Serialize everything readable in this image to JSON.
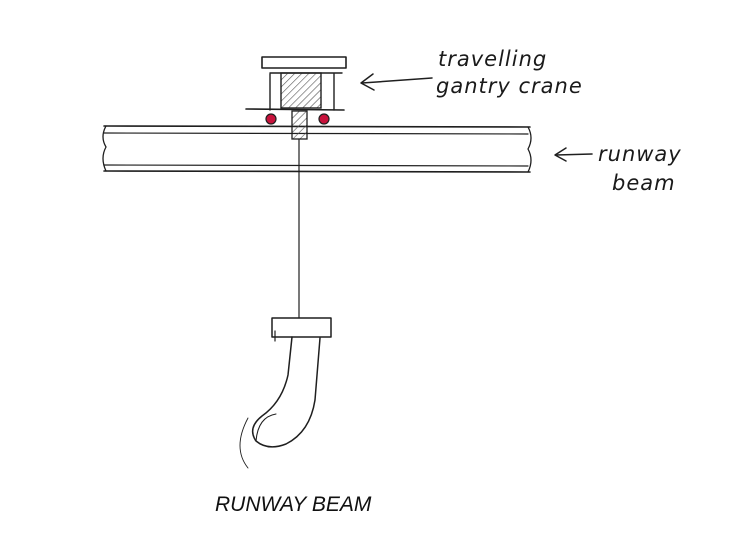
{
  "labels": {
    "crane_line1": "travelling",
    "crane_line2": "gantry crane",
    "beam_line1": "runway",
    "beam_line2": "beam"
  },
  "caption": "RUNWAY BEAM",
  "colors": {
    "ink": "#1f1f1f",
    "wheel": "#c8123c",
    "hatch": "#555555"
  }
}
